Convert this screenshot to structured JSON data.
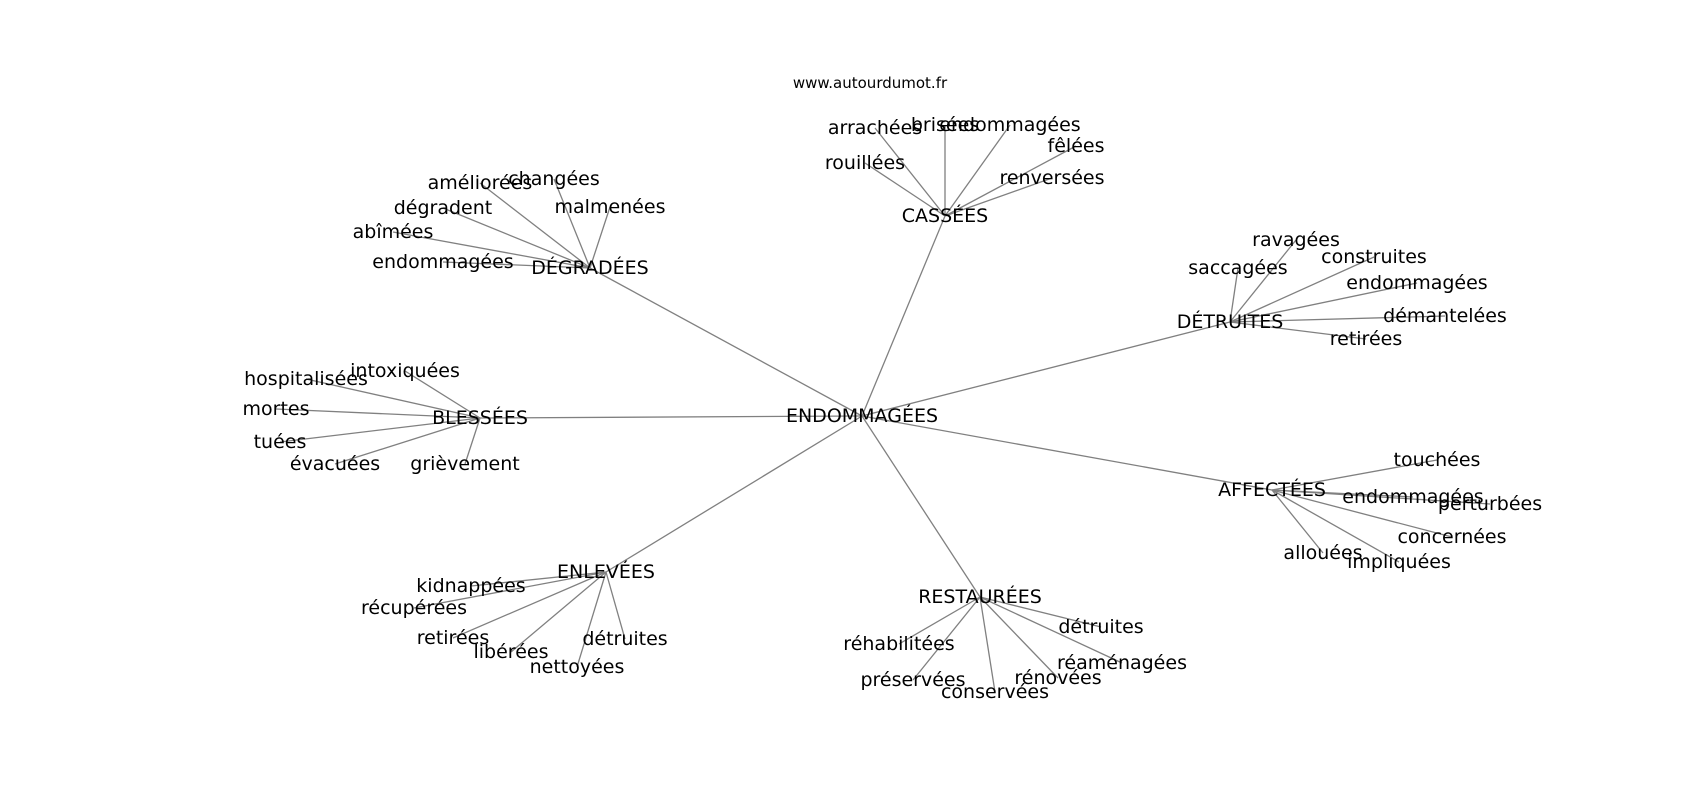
{
  "source": "www.autourdumot.fr",
  "center": "ENDOMMAGÉES",
  "hubs": [
    {
      "key": "degradees",
      "label": "DÉGRADÉES",
      "leaves": [
        "améliorées",
        "changées",
        "malmenées",
        "dégradent",
        "abîmées",
        "endommagées"
      ]
    },
    {
      "key": "cassees",
      "label": "CASSÉES",
      "leaves": [
        "arrachées",
        "brisées",
        "endommagées",
        "fêlées",
        "rouillées",
        "renversées"
      ]
    },
    {
      "key": "detruites",
      "label": "DÉTRUITES",
      "leaves": [
        "ravagées",
        "saccagées",
        "construites",
        "endommagées",
        "démantelées",
        "retirées"
      ]
    },
    {
      "key": "blessees",
      "label": "BLESSÉES",
      "leaves": [
        "intoxiquées",
        "hospitalisées",
        "mortes",
        "tuées",
        "évacuées",
        "grièvement"
      ]
    },
    {
      "key": "affectees",
      "label": "AFFECTÉES",
      "leaves": [
        "touchées",
        "endommagées",
        "perturbées",
        "concernées",
        "allouées",
        "impliquées"
      ]
    },
    {
      "key": "enlevees",
      "label": "ENLEVÉES",
      "leaves": [
        "kidnappées",
        "récupérées",
        "retirées",
        "libérées",
        "détruites",
        "nettoyées"
      ]
    },
    {
      "key": "restaurees",
      "label": "RESTAURÉES",
      "leaves": [
        "détruites",
        "réhabilitées",
        "réaménagées",
        "préservées",
        "rénovées",
        "conservées"
      ]
    }
  ]
}
